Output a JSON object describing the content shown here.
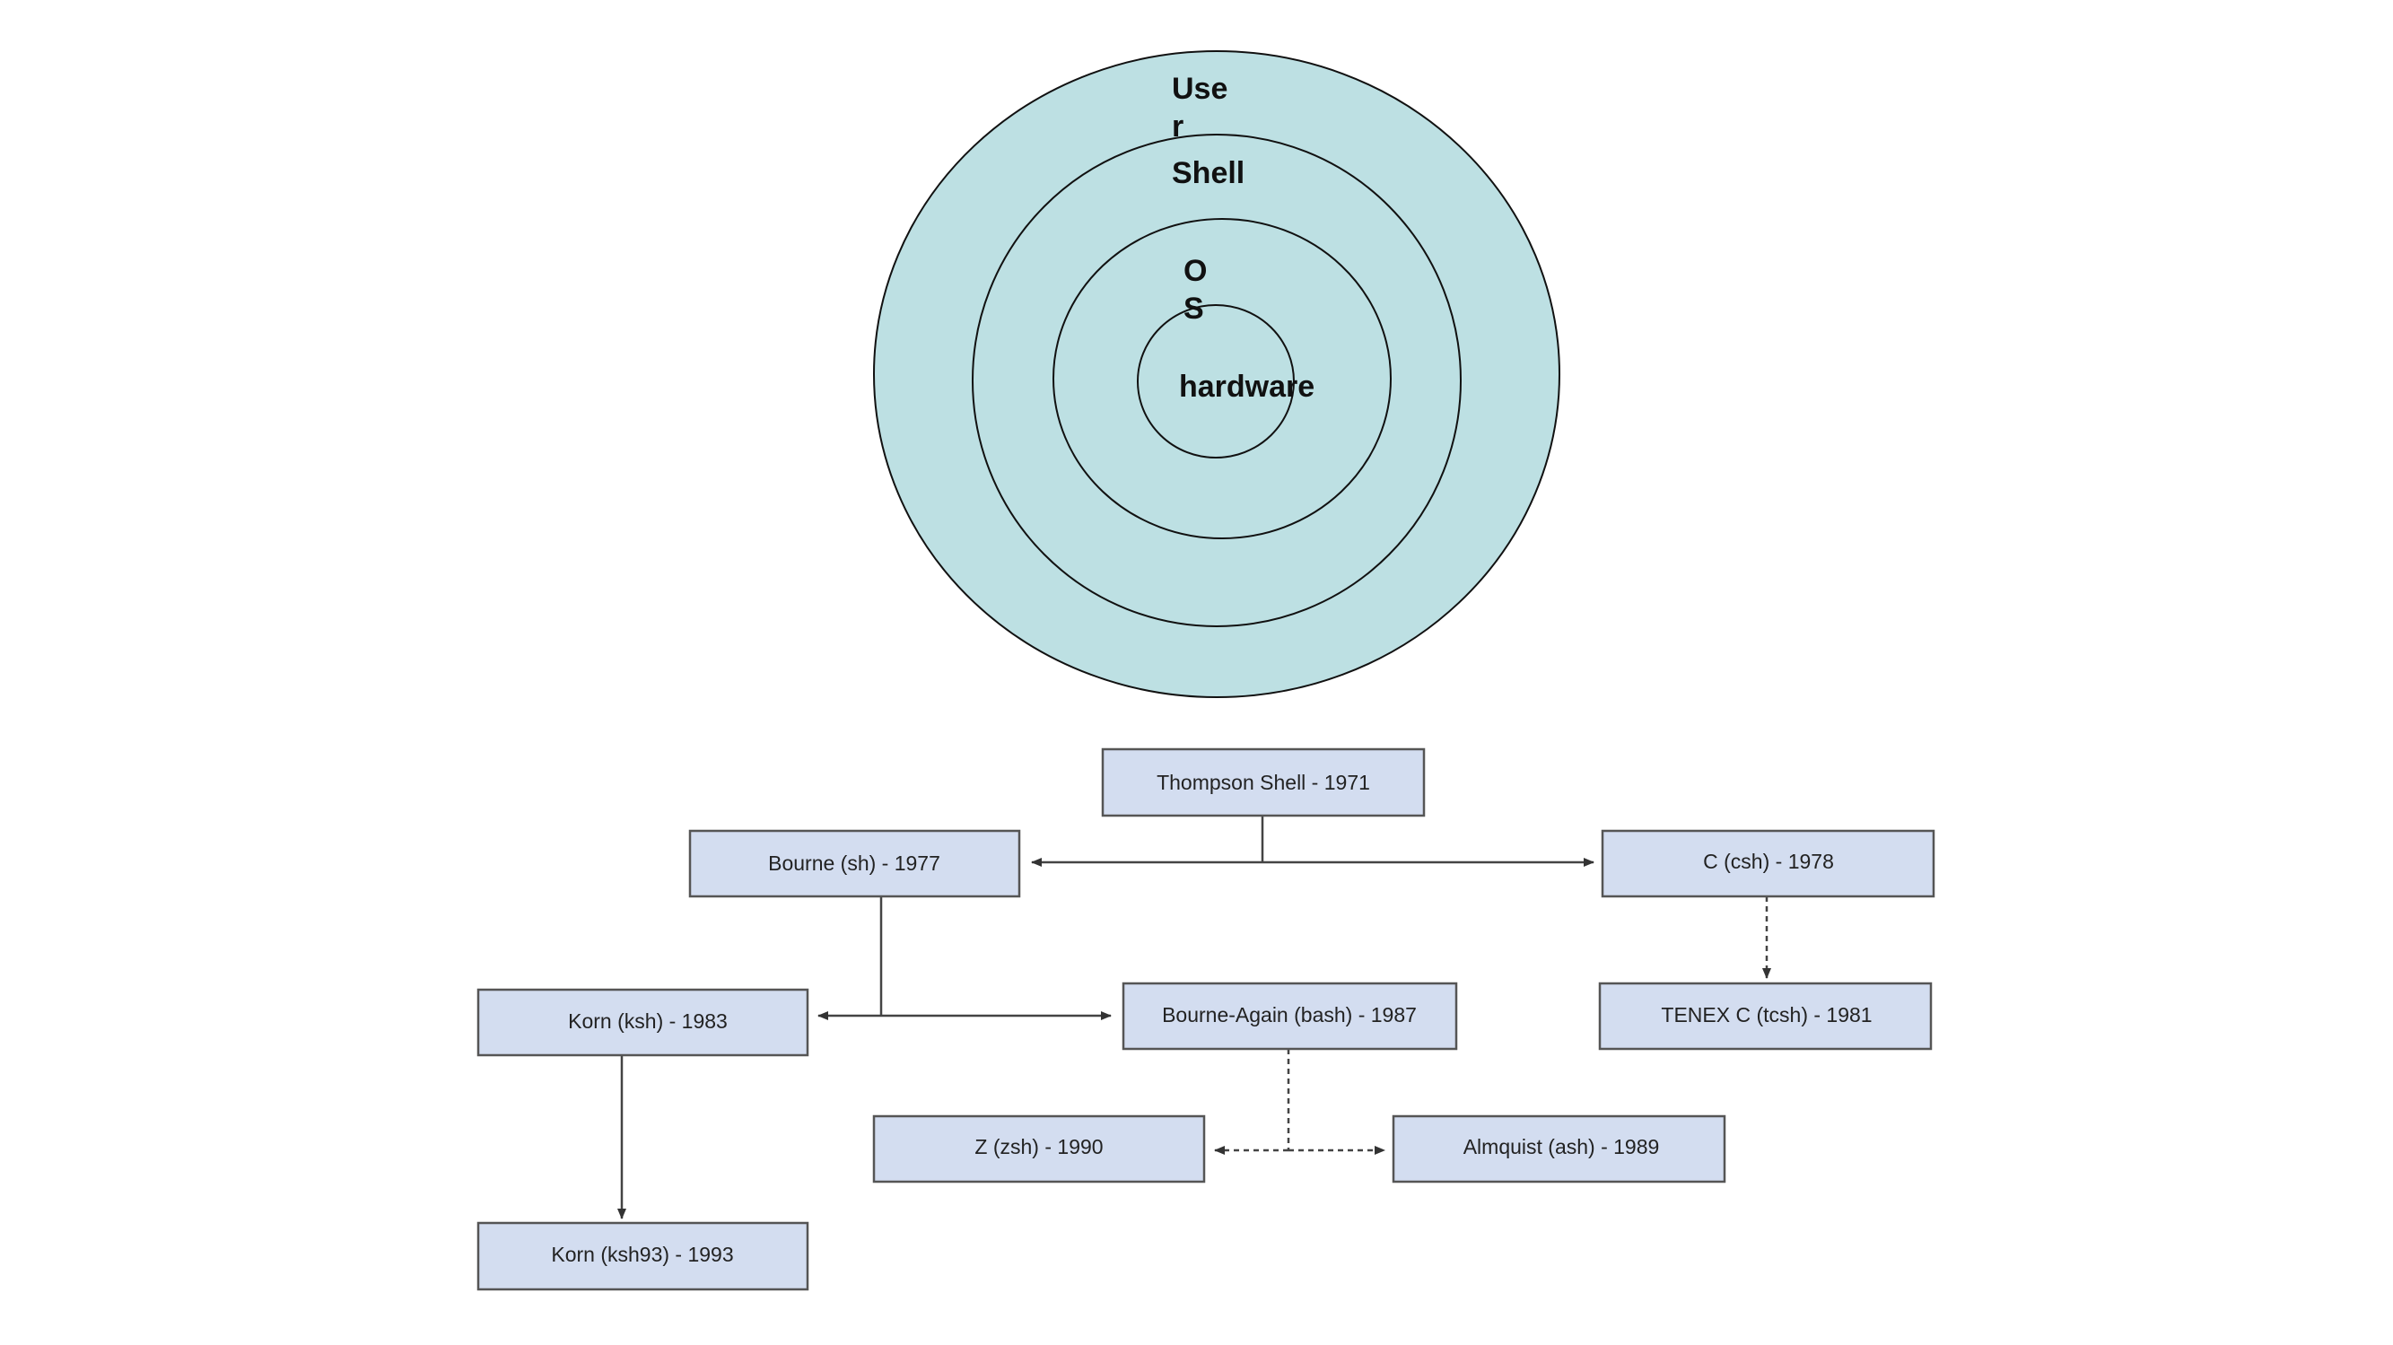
{
  "layers_diagram": {
    "fill_color": "#bde0e3",
    "stroke_color": "#111111",
    "labels": {
      "user_line1": "Use",
      "user_line2": "r",
      "shell": "Shell",
      "os_line1": "O",
      "os_line2": "S",
      "hardware": "hardware"
    }
  },
  "family_tree": {
    "box_fill": "#d3ddf0",
    "box_stroke": "#555555",
    "nodes": {
      "thompson": "Thompson Shell - 1971",
      "bourne": "Bourne (sh) - 1977",
      "csh": "C (csh) - 1978",
      "ksh": "Korn (ksh) - 1983",
      "bash": "Bourne-Again (bash) - 1987",
      "tcsh": "TENEX C (tcsh) - 1981",
      "zsh": "Z (zsh) - 1990",
      "ash": "Almquist (ash) - 1989",
      "ksh93": "Korn (ksh93) - 1993"
    }
  }
}
